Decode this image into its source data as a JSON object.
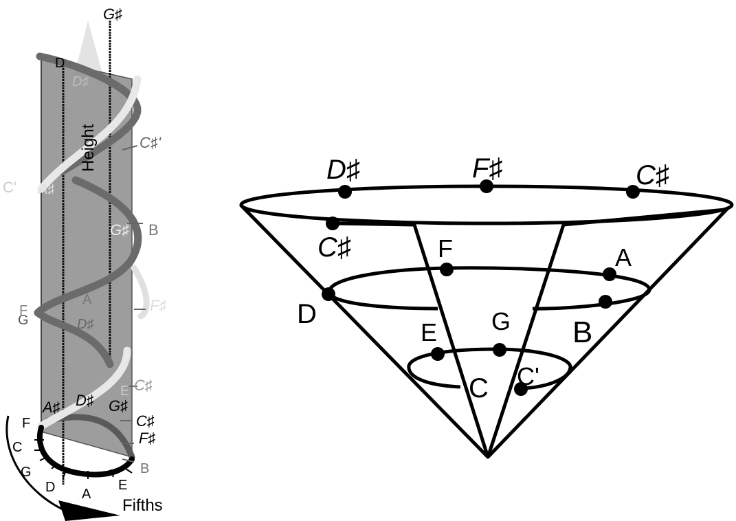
{
  "helix": {
    "top_note": "G♯",
    "height_label": "Height",
    "fifths_label": "Fifths",
    "notes": {
      "d_top": "D",
      "d_sharp_top": "D♯",
      "c_sharp_prime": "C♯'",
      "c_prime": "C'",
      "a_sharp_mid": "A♯",
      "g_sharp_mid": "G♯",
      "b_mid": "B",
      "a_mid": "A",
      "f_mid": "F",
      "g_mid": "G",
      "d_sharp_mid": "D♯",
      "f_sharp_mid": "F♯",
      "e_low": "E",
      "c_sharp_low": "C♯",
      "a_sharp_low": "A♯",
      "d_sharp_low": "D♯",
      "g_sharp_low": "G♯",
      "c_sharp_low2": "C♯",
      "f_sharp_low": "F♯",
      "b_low": "B",
      "f_low": "F",
      "c_low": "C",
      "g_low": "G",
      "d_low": "D",
      "a_low": "A",
      "e_low2": "E"
    }
  },
  "cone": {
    "labels": {
      "d_sharp": "D♯",
      "f_sharp": "F♯",
      "c_sharp_top": "C♯",
      "c_sharp": "C♯",
      "f": "F",
      "a": "A",
      "d": "D",
      "b": "B",
      "e": "E",
      "g": "G",
      "c_prime": "C'",
      "c": "C"
    }
  }
}
